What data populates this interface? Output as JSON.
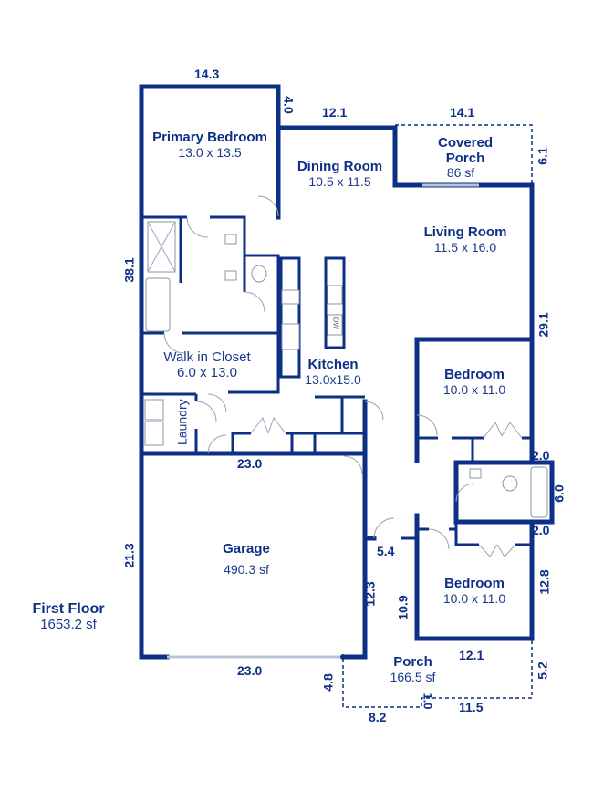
{
  "floor": {
    "name": "First Floor",
    "area": "1653.2 sf"
  },
  "rooms": {
    "primary_bedroom": {
      "name": "Primary Bedroom",
      "dims": "13.0 x 13.5"
    },
    "dining_room": {
      "name": "Dining Room",
      "dims": "10.5 x 11.5"
    },
    "covered_porch": {
      "name_line1": "Covered",
      "name_line2": "Porch",
      "area": "86 sf"
    },
    "living_room": {
      "name": "Living Room",
      "dims": "11.5 x 16.0"
    },
    "walk_in_closet": {
      "name": "Walk in Closet",
      "dims": "6.0 x 13.0"
    },
    "kitchen": {
      "name": "Kitchen",
      "dims": "13.0x15.0"
    },
    "laundry": {
      "name": "Laundry"
    },
    "bedroom_upper": {
      "name": "Bedroom",
      "dims": "10.0 x 11.0"
    },
    "bedroom_lower": {
      "name": "Bedroom",
      "dims": "10.0 x 11.0"
    },
    "garage": {
      "name": "Garage",
      "area": "490.3 sf"
    },
    "porch": {
      "name": "Porch",
      "area": "166.5 sf"
    }
  },
  "fixtures": {
    "dishwasher": "DW"
  },
  "measurements": {
    "top_primary": "14.3",
    "step_4": "4.0",
    "top_dining": "12.1",
    "top_covered_porch": "14.1",
    "covered_porch_side": "6.1",
    "left_main": "38.1",
    "right_living": "29.1",
    "bath_top": "2.0",
    "bath_side": "6.0",
    "bath_bottom": "2.0",
    "garage_top": "23.0",
    "garage_left": "21.3",
    "garage_right": "12.3",
    "hall_5_4": "5.4",
    "hall_10_9": "10.9",
    "bedroom_right": "12.8",
    "bedroom_bottom": "12.1",
    "garage_bottom": "23.0",
    "porch_4_8": "4.8",
    "porch_8_2": "8.2",
    "porch_1_0": "1.0",
    "porch_11_5": "11.5",
    "porch_5_2": "5.2"
  },
  "colors": {
    "wall": "#0d2f86",
    "text": "#0d2f86",
    "background": "#ffffff"
  }
}
